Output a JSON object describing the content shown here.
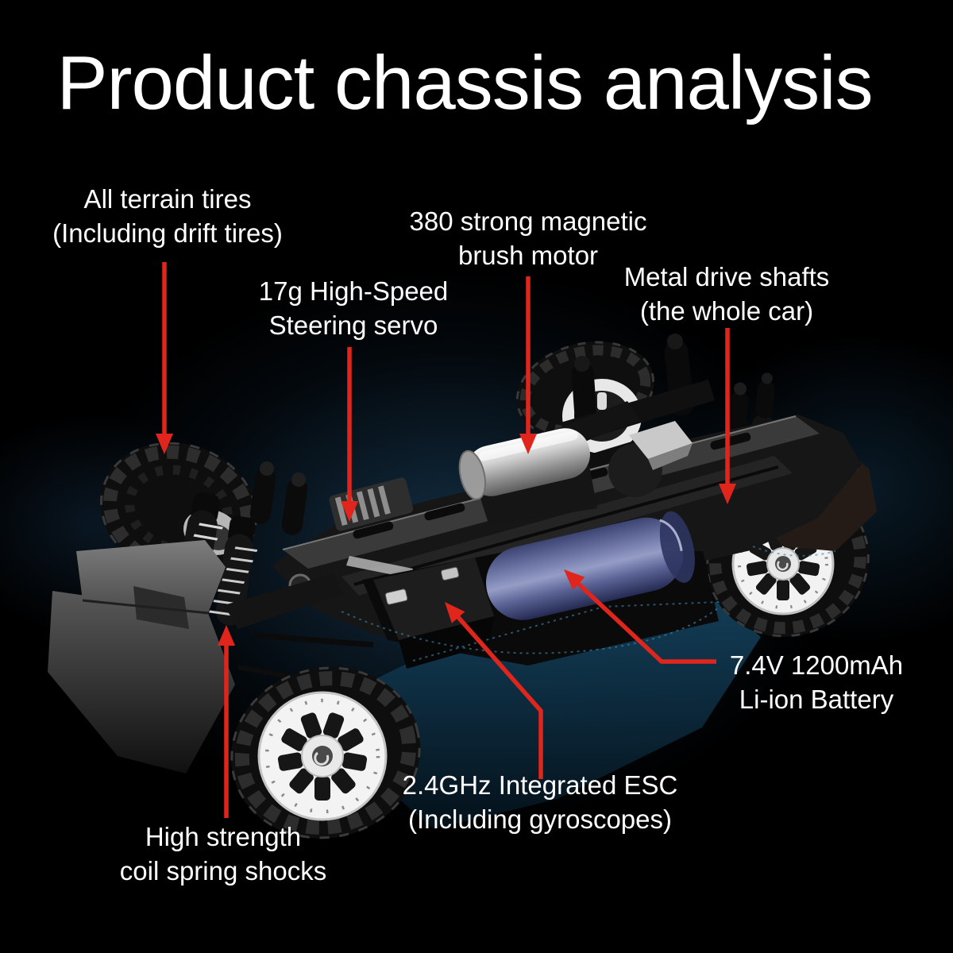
{
  "title": "Product chassis analysis",
  "callouts": [
    {
      "id": "tires",
      "line1": "All terrain tires",
      "line2": "(Including drift tires)"
    },
    {
      "id": "motor",
      "line1": "380 strong magnetic",
      "line2": "brush motor"
    },
    {
      "id": "driveshafts",
      "line1": "Metal drive shafts",
      "line2": "(the whole car)"
    },
    {
      "id": "servo",
      "line1": "17g High-Speed",
      "line2": "Steering servo"
    },
    {
      "id": "battery",
      "line1": "7.4V 1200mAh",
      "line2": "Li-ion Battery"
    },
    {
      "id": "esc",
      "line1": "2.4GHz Integrated ESC",
      "line2": "(Including gyroscopes)"
    },
    {
      "id": "shocks",
      "line1": "High strength",
      "line2": "coil spring shocks"
    }
  ],
  "colors": {
    "background": "#000000",
    "text": "#ffffff",
    "arrow": "#e0251c",
    "glow": "#1d4f73",
    "battery": "#8d96c6",
    "motor": "#d2d2d2",
    "tire": "#0e0e0e",
    "rim": "#f3f3f3",
    "chassis": "#1b1b1b",
    "shadow": "#14415c"
  }
}
